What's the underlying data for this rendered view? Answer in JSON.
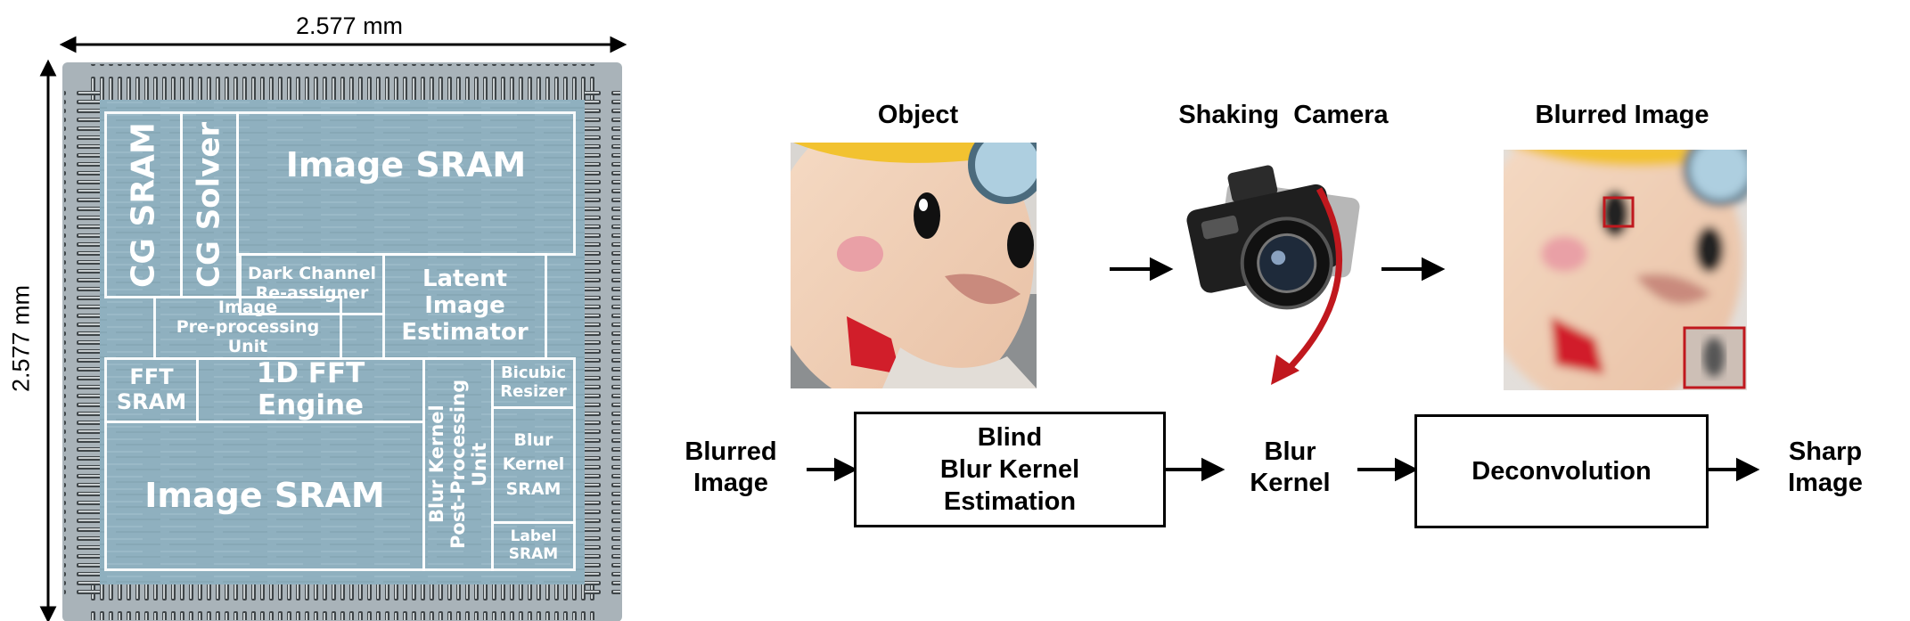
{
  "chip": {
    "width_label": "2.577 mm",
    "height_label": "2.577 mm",
    "blocks": {
      "cg_sram": "CG SRAM",
      "cg_solver": "CG Solver",
      "image_sram_top": "Image SRAM",
      "dark_channel": "Dark Channel\nRe-assigner",
      "latent_image": "Latent Image\nEstimator",
      "image_preproc": "Image\nPre-processing Unit",
      "fft_sram": "FFT\nSRAM",
      "fft_engine": "1D FFT Engine",
      "blur_kernel_pp": "Blur Kernel\nPost-Processing Unit",
      "bicubic": "Bicubic\nResizer",
      "blur_kernel_sram": "Blur\nKernel\nSRAM",
      "label_sram": "Label\nSRAM",
      "image_sram_bottom": "Image SRAM"
    }
  },
  "illustration": {
    "object_label": "Object",
    "camera_label": "Shaking  Camera",
    "blurred_label": "Blurred Image"
  },
  "flow": {
    "input_label": "Blurred\nImage",
    "estimation_box": "Blind\nBlur Kernel\nEstimation",
    "kernel_label": "Blur\nKernel",
    "deconv_box": "Deconvolution",
    "output_label": "Sharp\nImage"
  },
  "colors": {
    "die_fill": "#8fb0bf",
    "package": "#a9b3b9",
    "block_border": "#ffffff",
    "highlight_red": "#c0181e",
    "arrow": "#000000"
  }
}
